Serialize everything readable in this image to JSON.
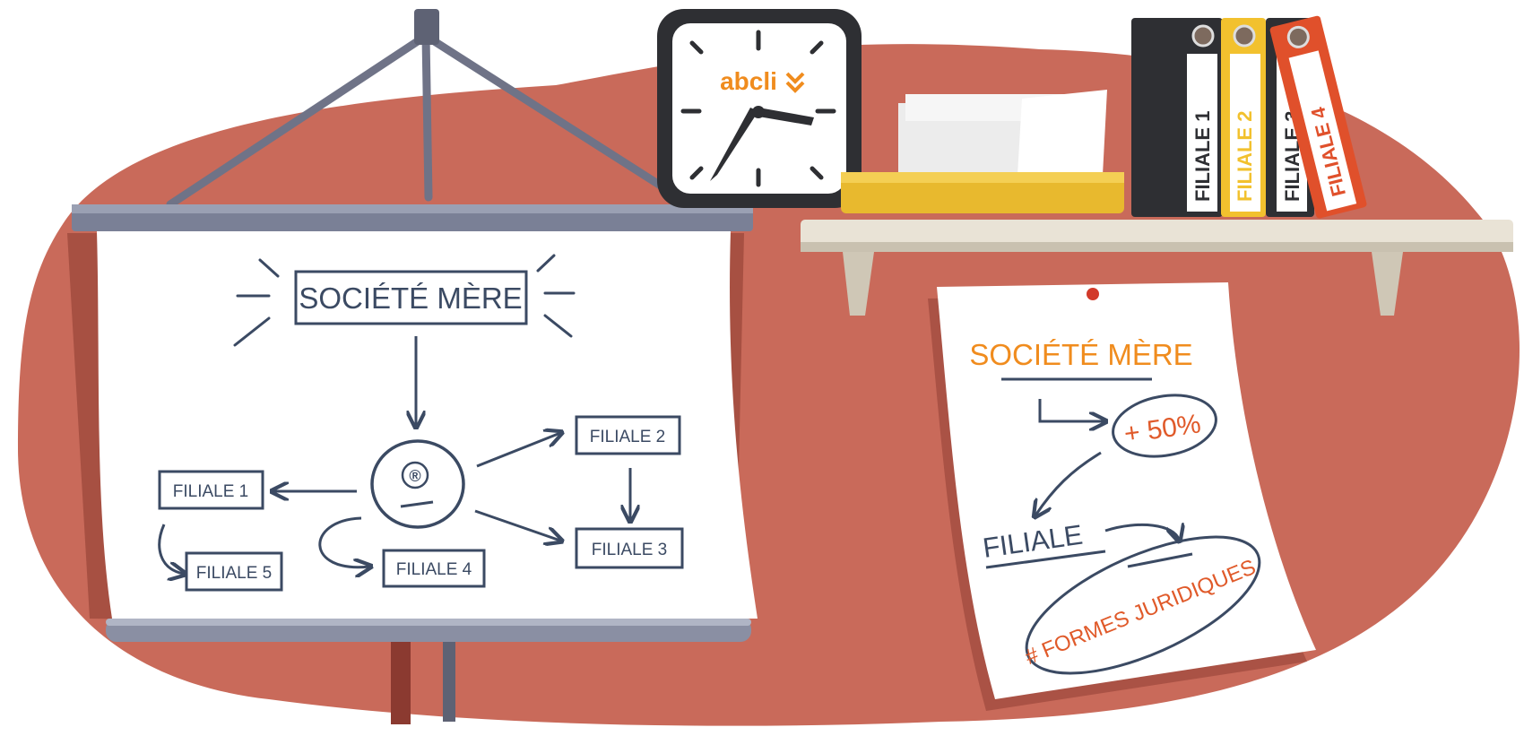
{
  "colors": {
    "background_blob": "#c96a5a",
    "ink": "#3b4a63",
    "accent_orange": "#f08c1e",
    "accent_red": "#e05a2a",
    "binder_black": "#2e2f33",
    "binder_yellow": "#f2c12e",
    "binder_red": "#e0502b"
  },
  "projector": {
    "title": "SOCIÉTÉ MÈRE",
    "center_symbol": "®",
    "subsidiaries": [
      "FILIALE 1",
      "FILIALE 2",
      "FILIALE 3",
      "FILIALE 4",
      "FILIALE 5"
    ]
  },
  "clock": {
    "brand": "abcli"
  },
  "binders": [
    "FILIALE 1",
    "FILIALE 2",
    "FILIALE 3",
    "FILIALE 4"
  ],
  "note": {
    "title": "SOCIÉTÉ MÈRE",
    "percent": "+ 50%",
    "subtitle": "FILIALE",
    "tag": "# FORMES JURIDIQUES"
  }
}
